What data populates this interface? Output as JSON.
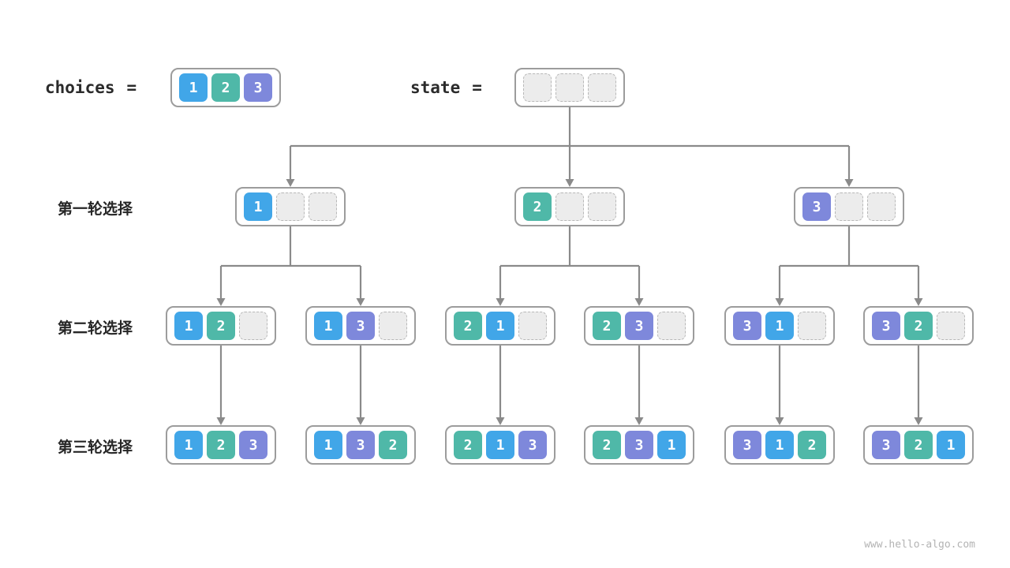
{
  "header": {
    "choices_label": "choices",
    "state_label": "state",
    "equals_sign": "=",
    "choices_values": [
      1,
      2,
      3
    ],
    "state_values": [
      null,
      null,
      null
    ]
  },
  "rows": [
    {
      "label": "第一轮选择",
      "nodes": [
        [
          1,
          null,
          null
        ],
        [
          2,
          null,
          null
        ],
        [
          3,
          null,
          null
        ]
      ]
    },
    {
      "label": "第二轮选择",
      "nodes": [
        [
          1,
          2,
          null
        ],
        [
          1,
          3,
          null
        ],
        [
          2,
          1,
          null
        ],
        [
          2,
          3,
          null
        ],
        [
          3,
          1,
          null
        ],
        [
          3,
          2,
          null
        ]
      ]
    },
    {
      "label": "第三轮选择",
      "nodes": [
        [
          1,
          2,
          3
        ],
        [
          1,
          3,
          2
        ],
        [
          2,
          1,
          3
        ],
        [
          2,
          3,
          1
        ],
        [
          3,
          1,
          2
        ],
        [
          3,
          2,
          1
        ]
      ]
    }
  ],
  "colors": {
    "1": "#41a6e8",
    "2": "#4fb8a8",
    "3": "#7e88db",
    "empty_cell": "#ececec",
    "arrow": "#8a8a8a",
    "box_border": "#9c9c9c"
  },
  "watermark": "www.hello-algo.com"
}
